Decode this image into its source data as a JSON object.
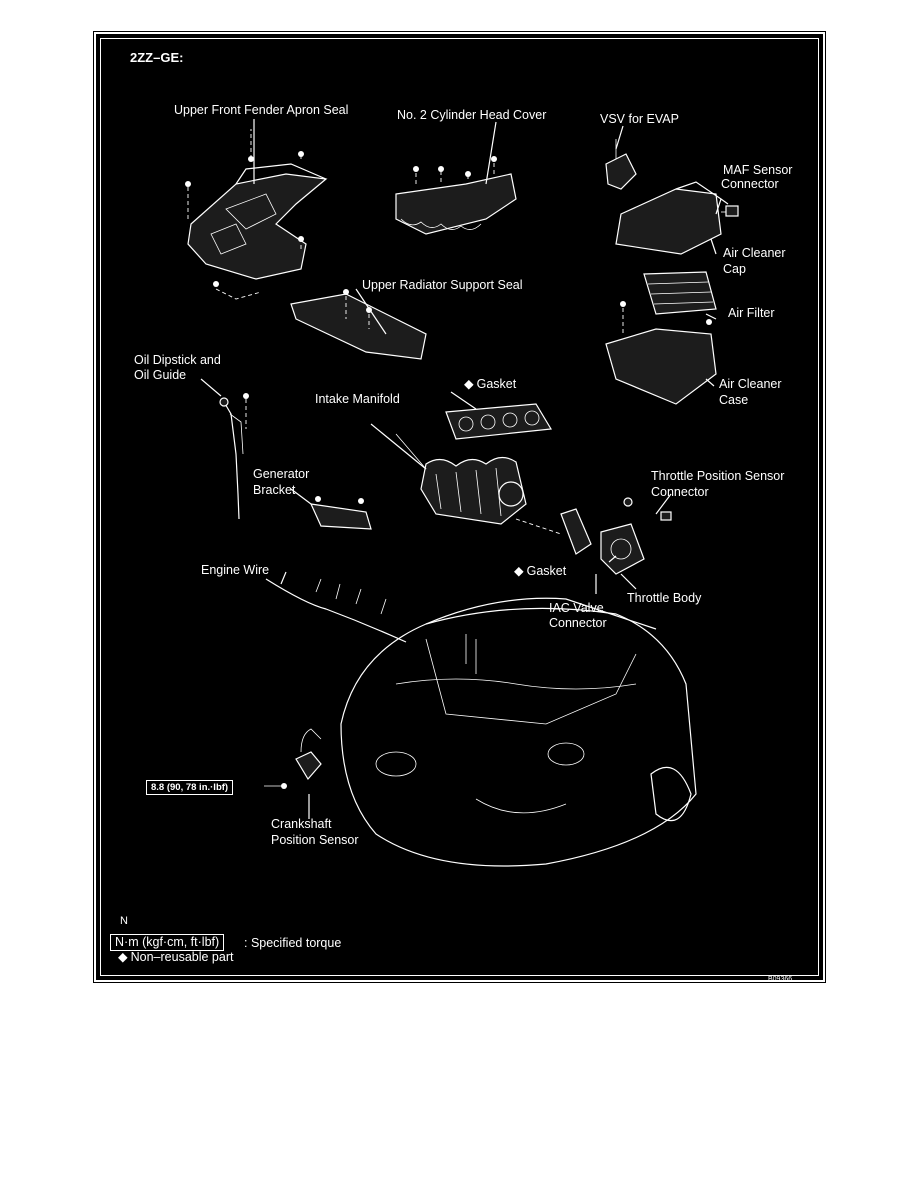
{
  "diagram": {
    "engine_code": "2ZZ–GE:",
    "corner_letter": "N",
    "figure_id": "B09366"
  },
  "labels": {
    "upper_front_fender_apron_seal": "Upper Front Fender Apron Seal",
    "no2_cylinder_head_cover": "No. 2 Cylinder Head Cover",
    "vsv_for_evap": "VSV for EVAP",
    "maf_sensor_connector_1": "MAF Sensor",
    "maf_sensor_connector_2": "Connector",
    "air_cleaner_cap_1": "Air Cleaner",
    "air_cleaner_cap_2": "Cap",
    "upper_radiator_support_seal": "Upper Radiator Support Seal",
    "air_filter": "Air Filter",
    "oil_dipstick_1": "Oil Dipstick and",
    "oil_dipstick_2": "Oil Guide",
    "gasket_top": "Gasket",
    "intake_manifold": "Intake Manifold",
    "air_cleaner_case_1": "Air Cleaner",
    "air_cleaner_case_2": "Case",
    "generator_bracket_1": "Generator",
    "generator_bracket_2": "Bracket",
    "throttle_position_sensor_1": "Throttle Position Sensor",
    "throttle_position_sensor_2": "Connector",
    "gasket_lower": "Gasket",
    "engine_wire": "Engine Wire",
    "throttle_body": "Throttle Body",
    "iac_valve_1": "IAC Valve",
    "iac_valve_2": "Connector",
    "crankshaft_sensor_1": "Crankshaft",
    "crankshaft_sensor_2": "Position Sensor"
  },
  "torque": {
    "crankshaft_bolt": "8.8 (90, 78 in.·lbf)"
  },
  "legend": {
    "torque_unit_box": "N·m (kgf·cm, ft·lbf)",
    "torque_text": ": Specified torque",
    "non_reusable": "Non–reusable part"
  }
}
